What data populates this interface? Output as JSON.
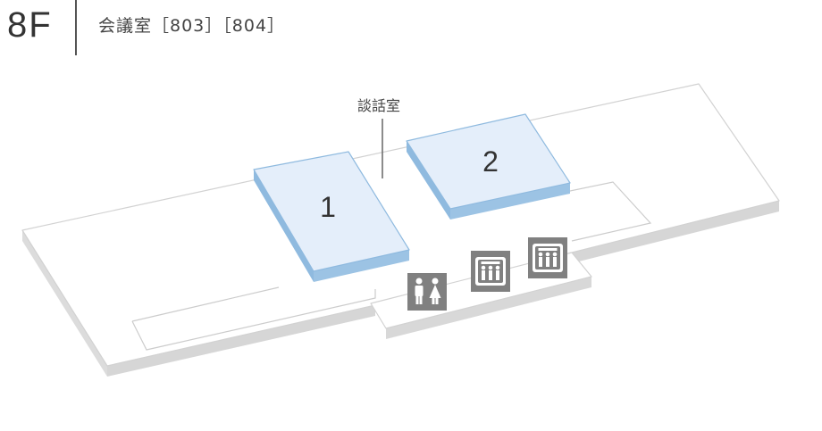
{
  "header": {
    "floor": "8F",
    "rooms_title": "会議室［803］［804］"
  },
  "map": {
    "meeting_room_1": {
      "label": "1"
    },
    "meeting_room_2": {
      "label": "2"
    },
    "lounge": {
      "label": "談話室"
    },
    "restroom": {
      "icon": "restroom-icon"
    },
    "elevators": [
      {
        "icon": "elevator-icon"
      },
      {
        "icon": "elevator-icon"
      }
    ]
  },
  "colors": {
    "room_fill": "#e4eefa",
    "room_edge": "#8fbadf",
    "floor_fill": "#ffffff",
    "floor_edge": "#d8d8d8",
    "floor_line": "#cccccc",
    "icon_dark": "#808080"
  }
}
